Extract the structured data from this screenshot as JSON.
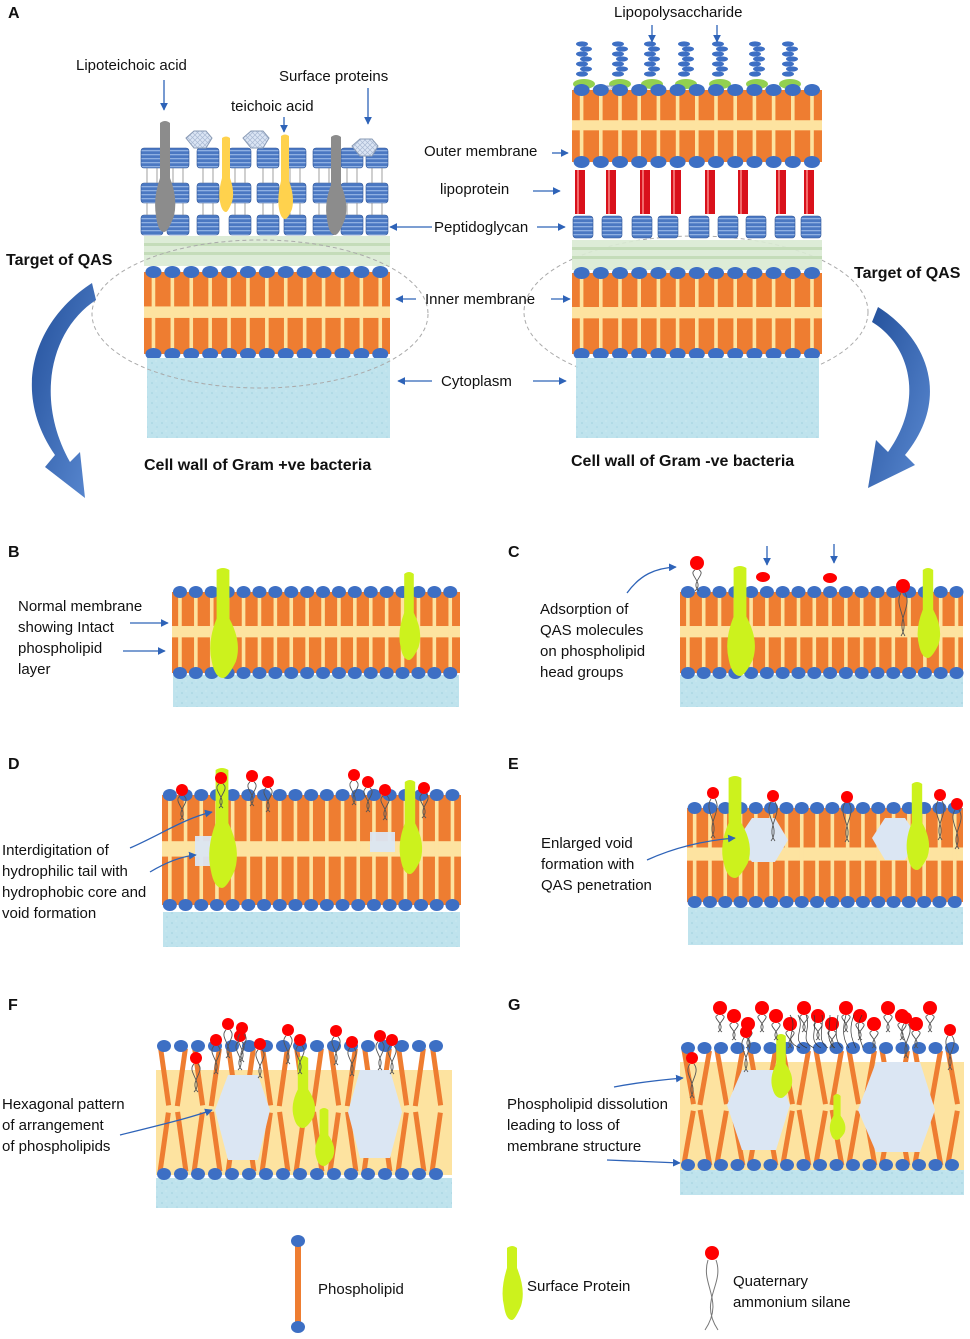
{
  "panels": {
    "A": {
      "letter": "A",
      "gram_pos_title": "Cell wall of Gram +ve bacteria",
      "gram_neg_title": "Cell wall of Gram -ve bacteria",
      "labels": {
        "lipoteichoic_acid": "Lipoteichoic acid",
        "teichoic_acid": "teichoic acid",
        "surface_proteins": "Surface proteins",
        "lipopolysaccharide": "Lipopolysaccharide",
        "outer_membrane": "Outer membrane",
        "lipoprotein": "lipoprotein",
        "peptidoglycan": "Peptidoglycan",
        "inner_membrane": "Inner membrane",
        "cytoplasm": "Cytoplasm",
        "target_left": "Target of QAS",
        "target_right": "Target of QAS"
      }
    },
    "B": {
      "letter": "B",
      "text": "Normal membrane\nshowing Intact\nphospholipid\nlayer"
    },
    "C": {
      "letter": "C",
      "text": "Adsorption of\nQAS molecules\non phospholipid\nhead groups"
    },
    "D": {
      "letter": "D",
      "text": "Interdigitation of\nhydrophilic tail with\nhydrophobic core and\nvoid formation"
    },
    "E": {
      "letter": "E",
      "text": "Enlarged void\nformation with\nQAS penetration"
    },
    "F": {
      "letter": "F",
      "text": "Hexagonal pattern\nof arrangement\nof phospholipids"
    },
    "G": {
      "letter": "G",
      "text": "Phospholipid dissolution\nleading to loss of\nmembrane structure"
    }
  },
  "legend": {
    "phospholipid": "Phospholipid",
    "surface_protein": "Surface Protein",
    "qas": "Quaternary\nammonium silane"
  },
  "colors": {
    "tail_orange": "#ee7d31",
    "core_yellow": "#fde3a0",
    "head_blue": "#3d6fc4",
    "head_dark": "#2f5597",
    "cytoplasm": "#b7e0ea",
    "protein_green": "#ccf21d",
    "qas_red": "#ff0000",
    "peptidoglycan_green": "#d9ead3",
    "lps_green": "#92d050",
    "lipoprotein_red": "#d9111b",
    "arrow_blue": "#2e63b8"
  }
}
